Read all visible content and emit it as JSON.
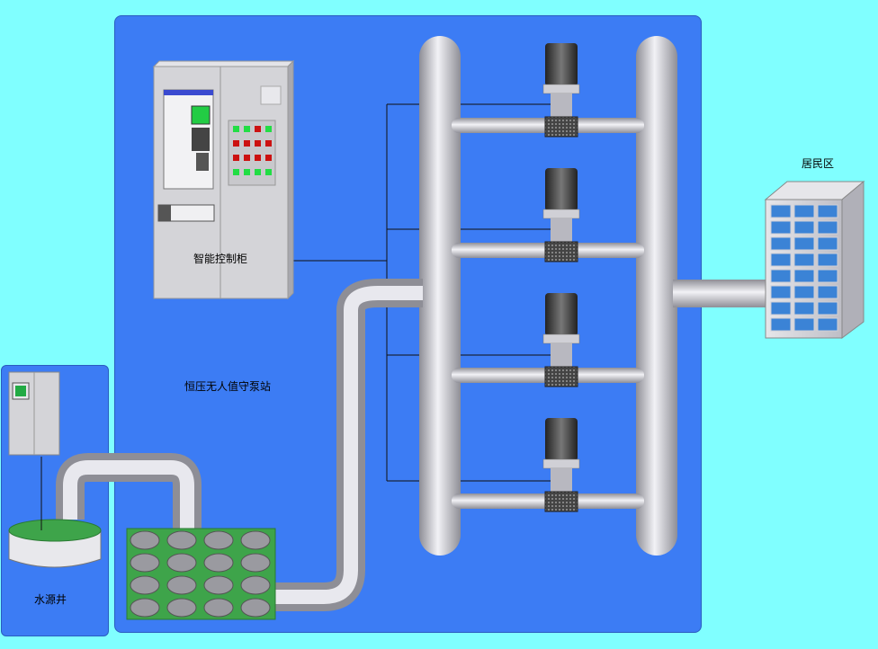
{
  "labels": {
    "control_cabinet": "智能控制柜",
    "pump_station": "恒压无人值守泵站",
    "residential": "居民区",
    "water_well": "水源井"
  },
  "colors": {
    "background": "#80FFFF",
    "panel": "#3C7CF4",
    "pipe_light": "#E8E8EE",
    "pipe_dark": "#8E8E96",
    "cabinet": "#D8D8DC"
  },
  "pumps": [
    {
      "id": "pump-1"
    },
    {
      "id": "pump-2"
    },
    {
      "id": "pump-3"
    },
    {
      "id": "pump-4"
    }
  ],
  "cabinet_indicators": {
    "rows": [
      [
        "green",
        "green",
        "red",
        "green"
      ],
      [
        "red",
        "red",
        "red",
        "red"
      ],
      [
        "red",
        "red",
        "red",
        "red"
      ],
      [
        "green",
        "green",
        "green",
        "green"
      ]
    ]
  }
}
